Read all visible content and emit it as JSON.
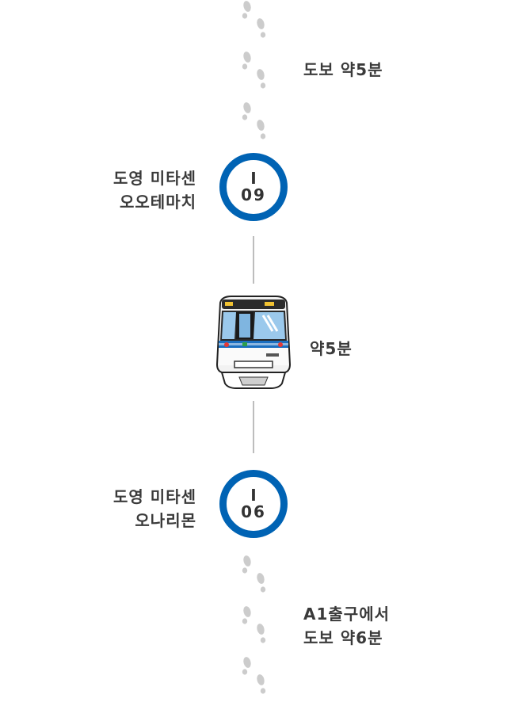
{
  "walk_top": {
    "label": "도보 약5분"
  },
  "station_top": {
    "name_line1": "도영 미타센",
    "name_line2": "오오테마치",
    "line_code": "I",
    "number": "09"
  },
  "train_ride": {
    "label": "약5분"
  },
  "station_bottom": {
    "name_line1": "도영 미타센",
    "name_line2": "오나리몬",
    "line_code": "I",
    "number": "06"
  },
  "walk_bottom": {
    "label_line1": "A1출구에서",
    "label_line2": "도보 약6분"
  },
  "icons": {
    "footsteps": "footsteps-icon",
    "train": "train-icon"
  },
  "colors": {
    "line": "#0063b4",
    "footsteps": "#cccccc",
    "rail": "#bdbdbd",
    "text": "#3a3a3a"
  }
}
